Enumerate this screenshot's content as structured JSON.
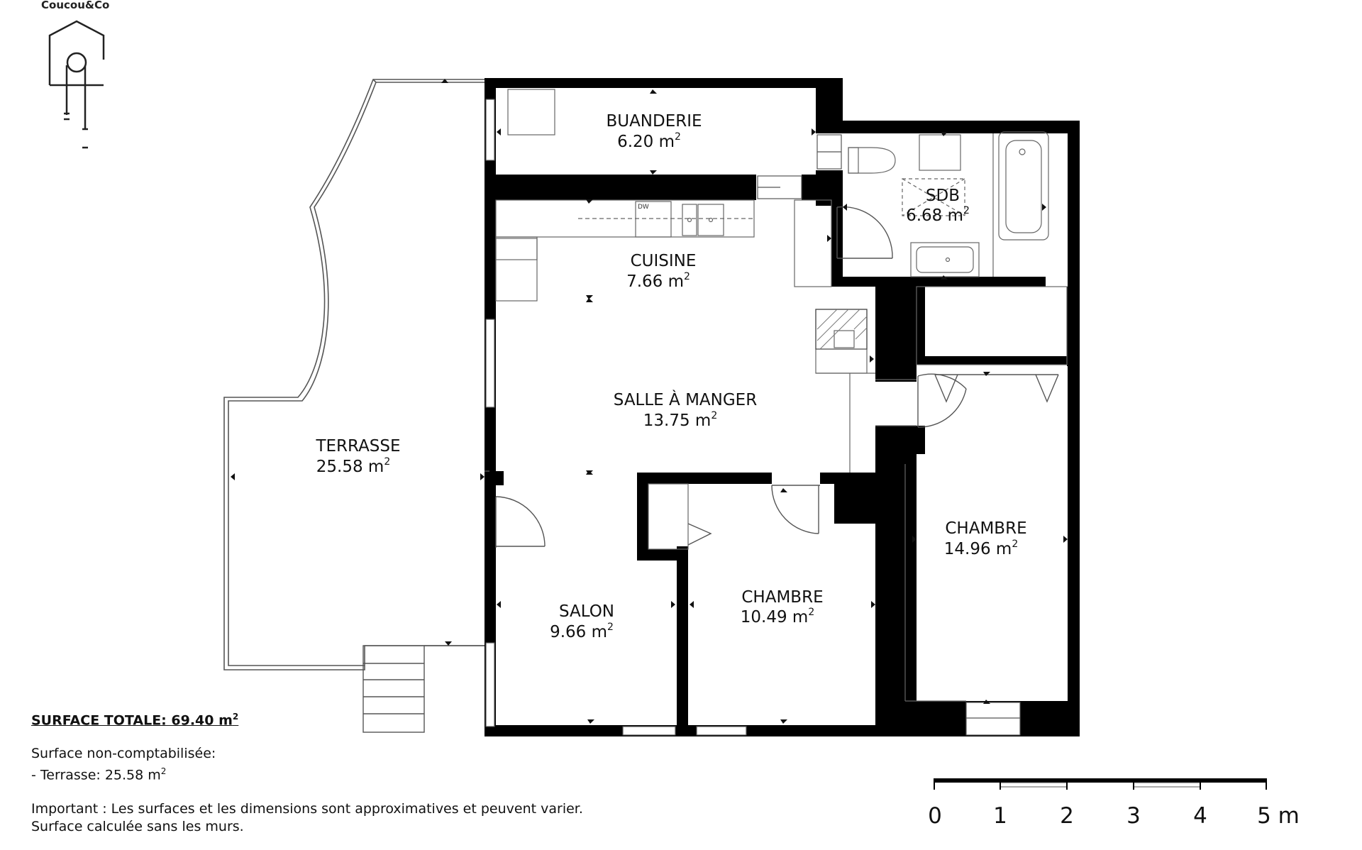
{
  "brand": {
    "name": "Coucou&Co"
  },
  "rooms": {
    "buanderie": {
      "name": "BUANDERIE",
      "area": "6.20 m",
      "unit_exp": "2"
    },
    "sdb": {
      "name": "SDB",
      "area": "6.68 m",
      "unit_exp": "2"
    },
    "cuisine": {
      "name": "CUISINE",
      "area": "7.66 m",
      "unit_exp": "2"
    },
    "salle_a_manger": {
      "name": "SALLE À MANGER",
      "area": "13.75 m",
      "unit_exp": "2"
    },
    "terrasse": {
      "name": "TERRASSE",
      "area": "25.58 m",
      "unit_exp": "2"
    },
    "salon": {
      "name": "SALON",
      "area": "9.66 m",
      "unit_exp": "2"
    },
    "chambre_1": {
      "name": "CHAMBRE",
      "area": "10.49 m",
      "unit_exp": "2"
    },
    "chambre_2": {
      "name": "CHAMBRE",
      "area": "14.96 m",
      "unit_exp": "2"
    }
  },
  "appliance_label": "DW",
  "notes": {
    "total": "SURFACE TOTALE: 69.40 m",
    "total_exp": "2",
    "non_counted_title": "Surface non-comptabilisée:",
    "non_counted_item": "- Terrasse: 25.58 m",
    "non_counted_exp": "2",
    "disclaimer_1": "Important : Les surfaces et les dimensions sont approximatives et peuvent varier.",
    "disclaimer_2": "Surface calculée sans les murs."
  },
  "scale_bar": {
    "ticks": [
      "0",
      "1",
      "2",
      "3",
      "4",
      "5 m"
    ]
  },
  "colors": {
    "wall": "#000000",
    "line": "#555555",
    "background": "#ffffff"
  }
}
